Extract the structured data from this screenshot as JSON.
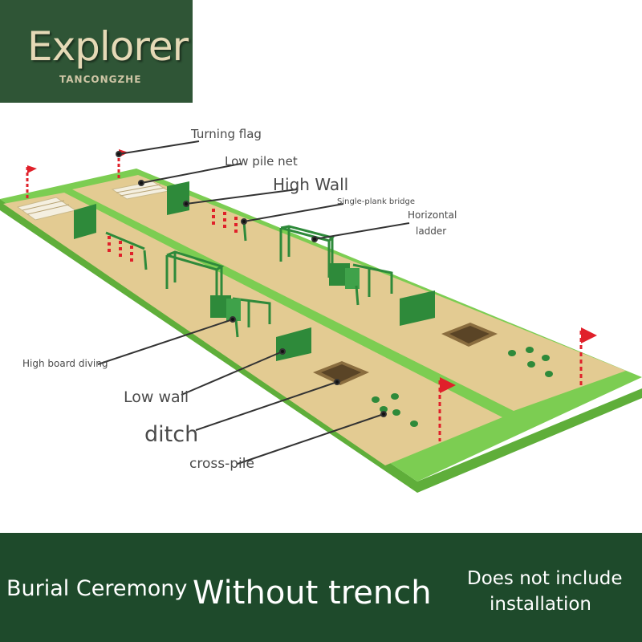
{
  "logo": {
    "title": "Explorer",
    "subtitle": "TANCONGZHE"
  },
  "labels": {
    "turning_flag": "Turning flag",
    "low_pile_net": "Low pile net",
    "high_wall": "High Wall",
    "single_plank_bridge": "Single-plank bridge",
    "horizontal_ladder_1": "Horizontal",
    "horizontal_ladder_2": "ladder",
    "high_board_diving": "High board diving",
    "low_wall": "Low wall",
    "ditch": "ditch",
    "cross_pile": "cross-pile"
  },
  "footer": {
    "left": "Burial Ceremony",
    "center": "Without trench",
    "right_line1": "Does not include",
    "right_line2": "installation"
  },
  "colors": {
    "grass": "#7ccd52",
    "grass_edge": "#5fae3a",
    "sand": "#e3cb92",
    "obstacle_green": "#2e8a3a",
    "footer_bg": "#1e4a2b",
    "logo_bg": "#2f5536",
    "flag_red": "#e0202a"
  }
}
